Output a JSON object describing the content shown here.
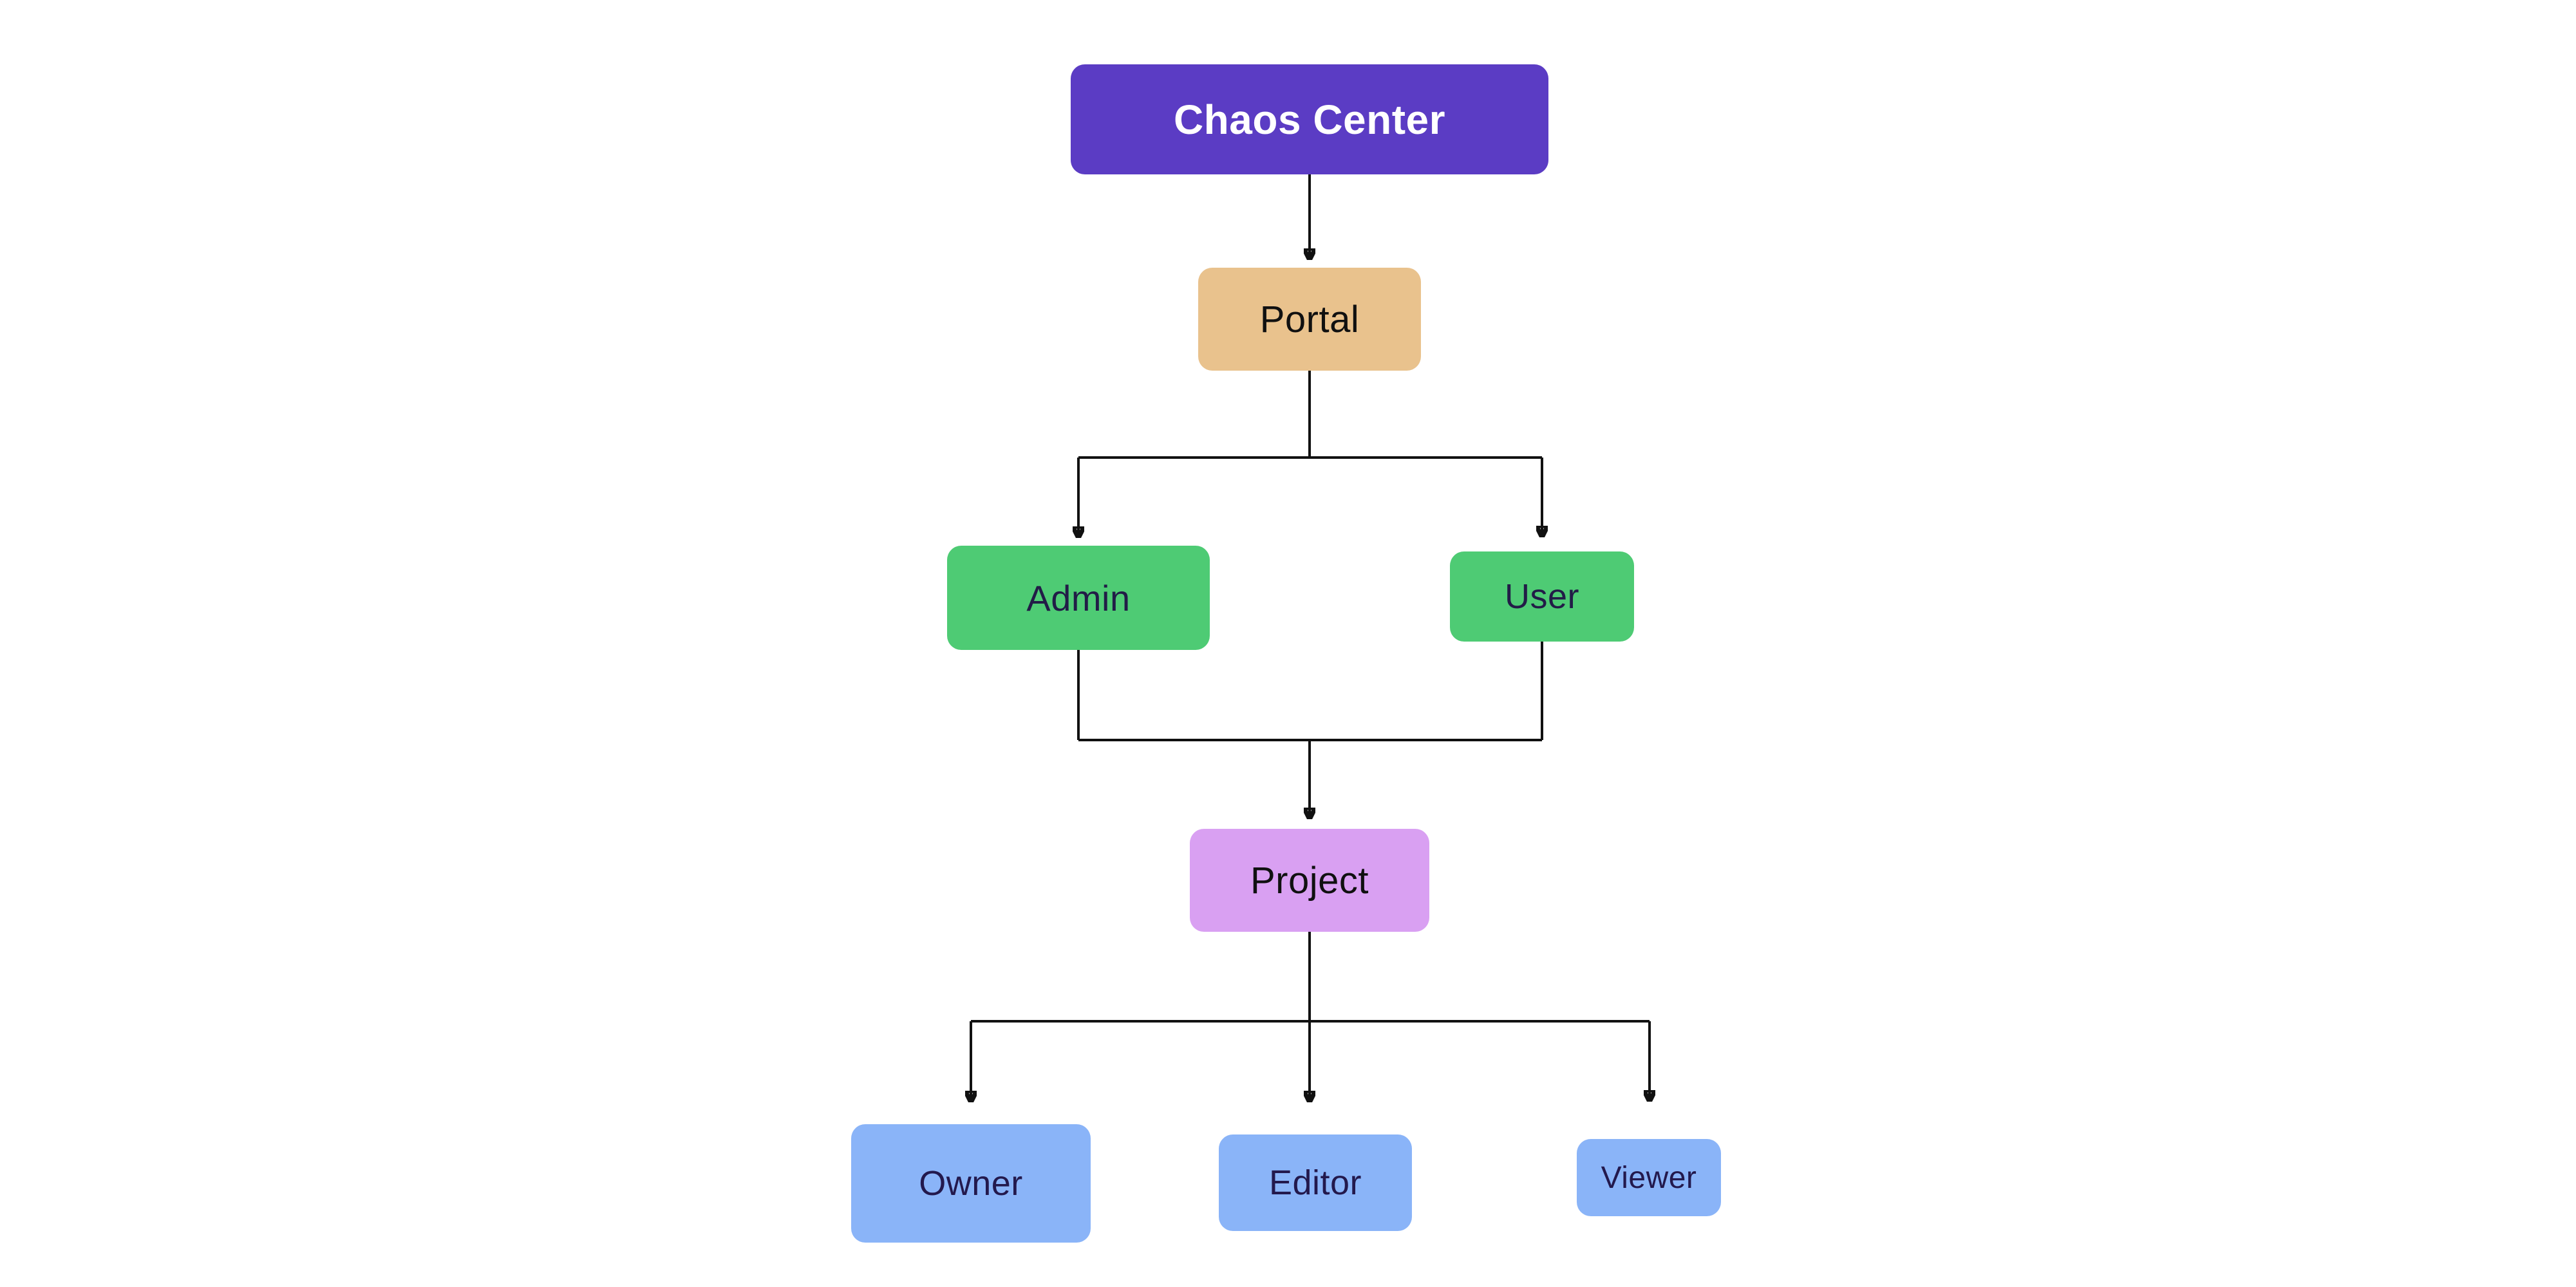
{
  "diagram": {
    "title": "Chaos Center hierarchy flowchart",
    "background_color": "#ffffff",
    "connector_color": "#111111",
    "nodes": [
      {
        "id": "chaos-center",
        "label": "Chaos Center",
        "bg": "#5b3cc4",
        "text_color": "#ffffff"
      },
      {
        "id": "portal",
        "label": "Portal",
        "bg": "#e9c28d",
        "text_color": "#101010"
      },
      {
        "id": "admin",
        "label": "Admin",
        "bg": "#4ecb74",
        "text_color": "#221c47"
      },
      {
        "id": "user",
        "label": "User",
        "bg": "#4ecb74",
        "text_color": "#221c47"
      },
      {
        "id": "project",
        "label": "Project",
        "bg": "#d9a0f2",
        "text_color": "#101010"
      },
      {
        "id": "owner",
        "label": "Owner",
        "bg": "#8ab4f8",
        "text_color": "#23194d"
      },
      {
        "id": "editor",
        "label": "Editor",
        "bg": "#8ab4f8",
        "text_color": "#23194d"
      },
      {
        "id": "viewer",
        "label": "Viewer",
        "bg": "#8ab4f8",
        "text_color": "#23194d"
      }
    ],
    "edges": [
      {
        "from": "chaos-center",
        "to": "portal"
      },
      {
        "from": "portal",
        "to": "admin"
      },
      {
        "from": "portal",
        "to": "user"
      },
      {
        "from": "admin",
        "to": "project"
      },
      {
        "from": "user",
        "to": "project"
      },
      {
        "from": "project",
        "to": "owner"
      },
      {
        "from": "project",
        "to": "editor"
      },
      {
        "from": "project",
        "to": "viewer"
      }
    ]
  }
}
